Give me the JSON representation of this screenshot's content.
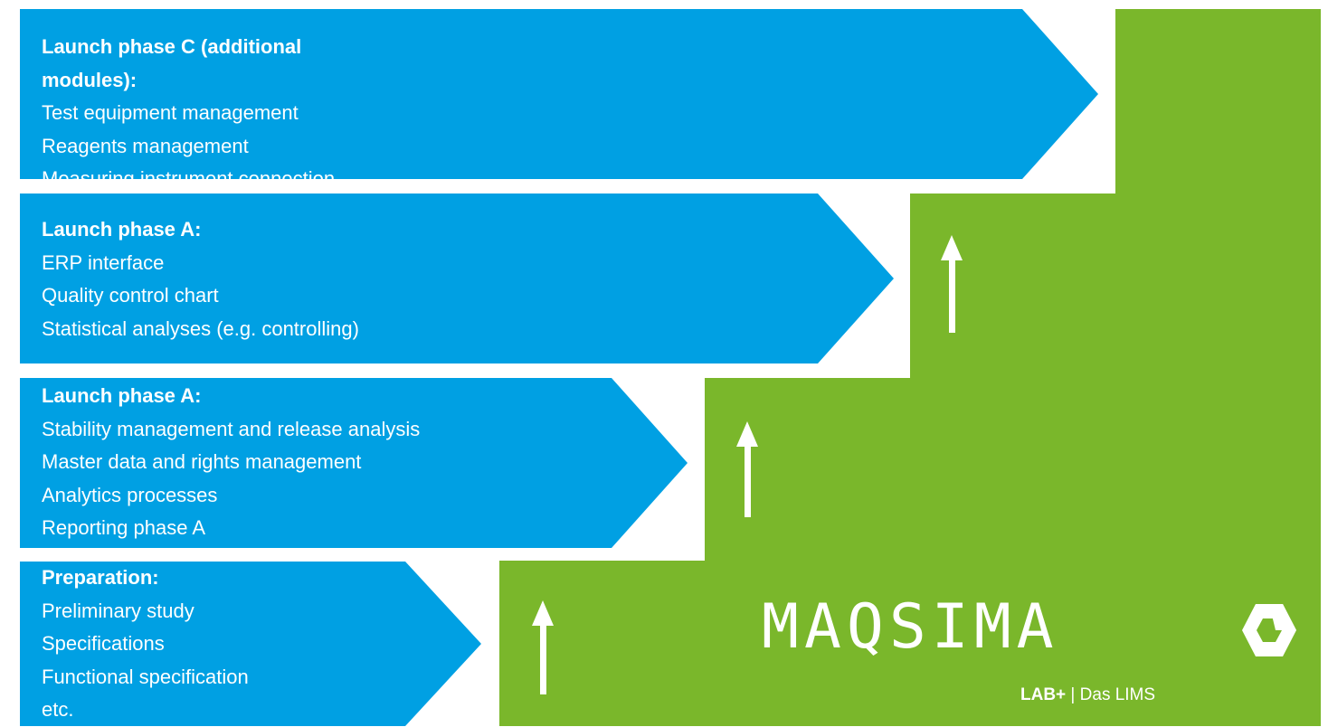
{
  "colors": {
    "green": "#7ab72b",
    "blue": "#00a0e3",
    "white": "#ffffff"
  },
  "phases": [
    {
      "title": "Launch phase C (additional modules):",
      "items": [
        "Test equipment management",
        "Reagents management",
        "Measuring instrument connection"
      ]
    },
    {
      "title": "Launch phase A:",
      "items": [
        "ERP interface",
        "Quality control chart",
        "Statistical analyses (e.g. controlling)"
      ]
    },
    {
      "title": "Launch phase A:",
      "items": [
        "Stability management and release analysis",
        "Master data and rights management",
        "Analytics processes",
        "Reporting phase A"
      ]
    },
    {
      "title": "Preparation:",
      "items": [
        "Preliminary study",
        "Specifications",
        "Functional specification",
        "etc."
      ]
    }
  ],
  "logo": {
    "brand": "MAQSIMA",
    "tagline_bold": "LAB+",
    "tagline_rest": " | Das LIMS"
  },
  "icons": {
    "step_arrow": "up-arrow-icon",
    "logo_mark": "hexagon-logo-icon"
  }
}
